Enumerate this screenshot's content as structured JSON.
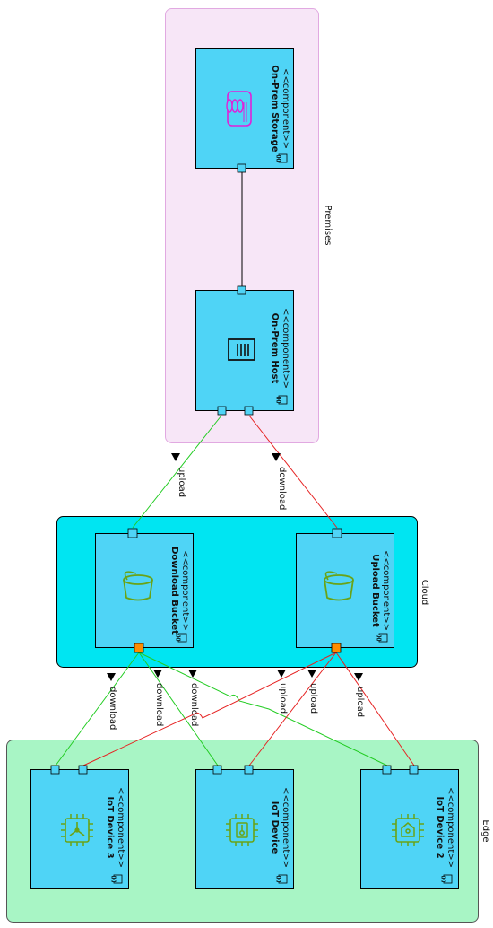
{
  "stereotype": "<<component>>",
  "groups": {
    "premises": {
      "label": "Premises",
      "fill": "#f7e6f7",
      "stroke": "#e1a9e1"
    },
    "cloud": {
      "label": "Cloud",
      "fill": "#00e5f2",
      "stroke": "#000000"
    },
    "edge": {
      "label": "Edge",
      "fill": "#a8f5c5",
      "stroke": "#555555"
    }
  },
  "components": {
    "onprem_storage": {
      "name": "On-Prem Storage",
      "icon": "database-storage-icon"
    },
    "onprem_host": {
      "name": "On-Prem Host",
      "icon": "server-icon"
    },
    "download_bucket": {
      "name": "Download Bucket",
      "icon": "bucket-icon"
    },
    "upload_bucket": {
      "name": "Upload Bucket",
      "icon": "bucket-icon"
    },
    "iot3": {
      "name": "IoT Device 3",
      "icon": "iot-device-icon"
    },
    "iot": {
      "name": "IoT Device",
      "icon": "iot-device-icon"
    },
    "iot2": {
      "name": "IoT Device 2",
      "icon": "iot-device-icon"
    }
  },
  "edges": {
    "host_to_download_bucket": "upload",
    "upload_bucket_to_host": "download",
    "download_bucket_to_iot3": "download",
    "download_bucket_to_iot": "download",
    "download_bucket_to_iot2": "download",
    "iot3_to_upload_bucket": "upload",
    "iot_to_upload_bucket": "upload",
    "iot2_to_upload_bucket": "upload"
  },
  "colors": {
    "component_fill": "#4fd4f6",
    "port_blue": "#4fd4f6",
    "port_orange": "#ff8c00",
    "edge_upload": "#22cc22",
    "edge_download": "#e62222",
    "storage_icon": "#e020d8",
    "bucket_icon": "#6aa316",
    "iot_icon": "#6aa316"
  }
}
